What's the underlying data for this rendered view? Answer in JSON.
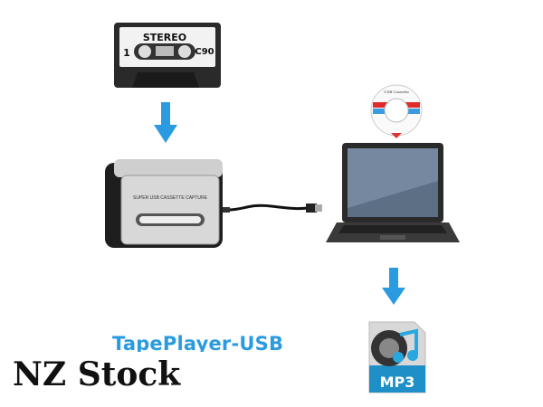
{
  "cassette": {
    "label": "STEREO",
    "side": "1",
    "type": "C90"
  },
  "player": {
    "label": "SUPER USB CASSETTE CAPTURE"
  },
  "cd": {
    "label": "USB Cassette"
  },
  "mp3_icon": {
    "label": "MP3"
  },
  "brand_text": "TapePlayer-USB",
  "stock_text": "NZ Stock",
  "colors": {
    "arrow": "#2a9be0",
    "brand": "#2a9be0",
    "text": "#111111"
  }
}
